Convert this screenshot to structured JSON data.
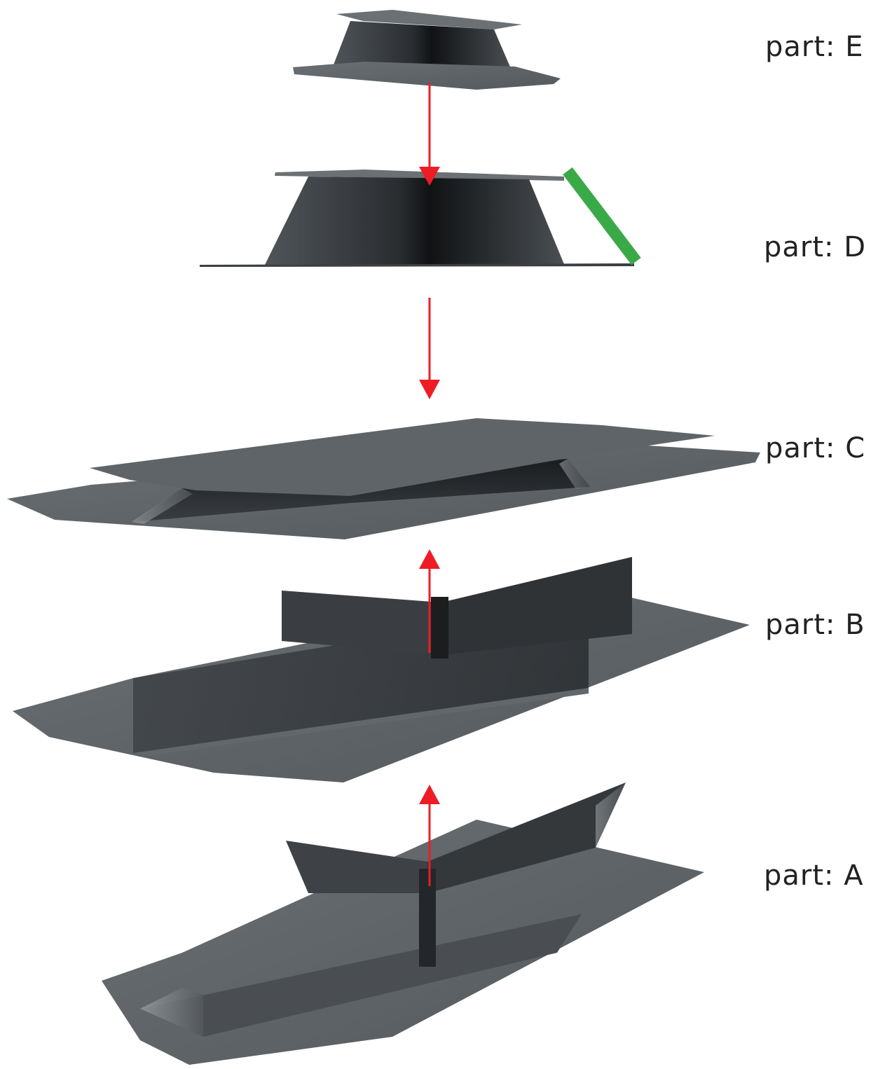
{
  "labels": {
    "E": "part:  E",
    "D": "part: D",
    "C": "part: C",
    "B": "part: B",
    "A": "part: A"
  },
  "colors": {
    "part_fill": "#5a5f63",
    "part_dark": "#15181a",
    "part_light": "#7a8084",
    "arrow": "#ee1c24",
    "highlight_edge": "#3aaa48",
    "background": "#ffffff"
  }
}
